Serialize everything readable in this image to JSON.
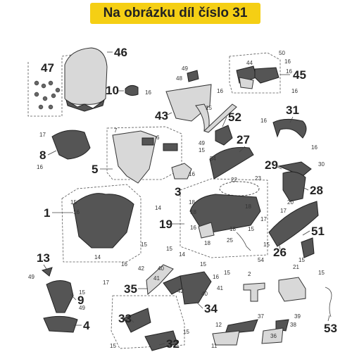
{
  "banner": {
    "title": "Na obrázku díl číslo 31"
  },
  "callouts": {
    "p46": "46",
    "p47": "47",
    "p10": "10",
    "p43": "43",
    "p52": "52",
    "p45": "45",
    "p31": "31",
    "p8": "8",
    "p5": "5",
    "p27": "27",
    "p29": "29",
    "p28": "28",
    "p3": "3",
    "p1": "1",
    "p19": "19",
    "p51": "51",
    "p26": "26",
    "p13": "13",
    "p9": "9",
    "p4": "4",
    "p35": "35",
    "p34": "34",
    "p33": "33",
    "p32": "32",
    "p53": "53"
  },
  "small_labels": {
    "s50": "50",
    "s16a": "16",
    "s44": "44",
    "s16b": "16",
    "s16c": "16",
    "s49a": "49",
    "s48": "48",
    "s16d": "16",
    "s15a": "15",
    "s16e": "16",
    "s16f": "16",
    "s16g": "16",
    "s7": "7",
    "s6": "6",
    "s17a": "17",
    "s16h": "16",
    "s49b": "49",
    "s15b": "15",
    "s54a": "54",
    "s23": "23",
    "s22": "22",
    "s30": "30",
    "s16i": "16",
    "s14a": "14",
    "s15c": "15",
    "s16j": "16",
    "s14b": "14",
    "s15d": "15",
    "s18a": "18",
    "s18b": "18",
    "s18c": "18",
    "s20": "20",
    "s17b": "17",
    "s25": "25",
    "s18d": "18",
    "s17c": "17",
    "s16k": "16",
    "s18e": "18",
    "s15e": "15",
    "s54b": "54",
    "s15f": "15",
    "s15g": "15",
    "s14c": "14",
    "s15h": "15",
    "s16l": "16",
    "s42a": "42",
    "s40a": "40",
    "s41a": "41",
    "s15i": "15",
    "s42b": "42",
    "s40b": "40",
    "s41b": "41",
    "s16m": "16",
    "s15j": "15",
    "s2": "2",
    "s21": "21",
    "s15k": "15",
    "s49c": "49",
    "s17d": "17",
    "s49d": "49",
    "s15l": "15",
    "s37": "37",
    "s39": "39",
    "s36": "36",
    "s38": "38",
    "s12": "12",
    "s11": "11",
    "s15m": "15",
    "s15n": "15"
  },
  "colors": {
    "banner": "#f5cf14",
    "text": "#222222"
  }
}
